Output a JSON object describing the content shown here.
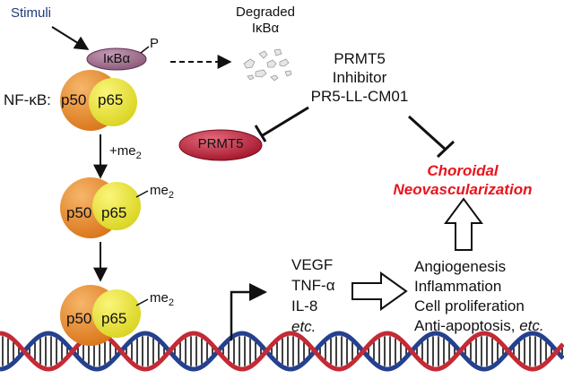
{
  "stimuli": "Stimuli",
  "ikba_label": "IκBα",
  "phospho_label": "P",
  "degraded": {
    "line1": "Degraded",
    "line2": "IκBα"
  },
  "nfkb_prefix": "NF-κB:",
  "p50": "p50",
  "p65": "p65",
  "methylation_step": {
    "prefix": "+me",
    "sub": "2"
  },
  "me2": {
    "base": "me",
    "sub": "2"
  },
  "inhibitor": {
    "line1": "PRMT5",
    "line2": "Inhibitor",
    "line3": "PR5-LL-CM01"
  },
  "prmt5": "PRMT5",
  "outcome": {
    "line1": "Choroidal",
    "line2": "Neovascularization"
  },
  "genes": [
    "VEGF",
    "TNF-α",
    "IL-8",
    "etc."
  ],
  "effects": [
    "Angiogenesis",
    "Inflammation",
    "Cell proliferation"
  ],
  "effects_last": {
    "text": "Anti-apoptosis, ",
    "italic": "etc."
  },
  "colors": {
    "p50": "#e8892c",
    "p65": "#e6e22a",
    "ikba": "#a07090",
    "prmt5": "#c0213a",
    "outcome_text": "#e8141d",
    "dna_red": "#c42a35",
    "dna_blue": "#25408e"
  }
}
